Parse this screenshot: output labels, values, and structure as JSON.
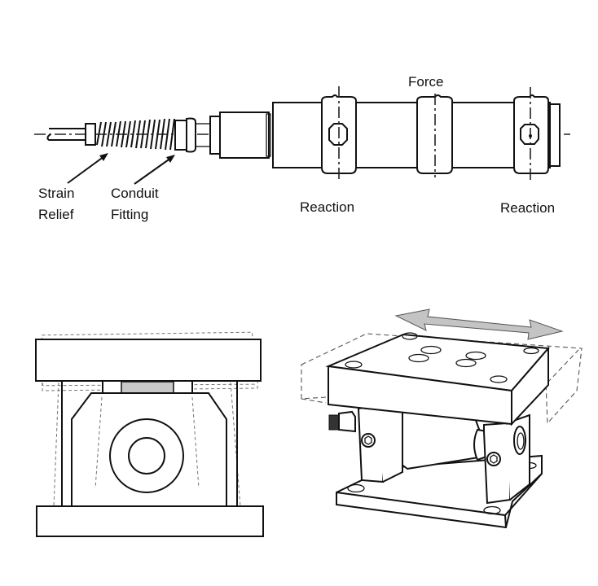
{
  "figures": {
    "top": {
      "title": "Shear beam load cell side view",
      "labels": {
        "strain_relief_line1": "Strain",
        "strain_relief_line2": "Relief",
        "conduit_fitting_line1": "Conduit",
        "conduit_fitting_line2": "Fitting",
        "force": "Force",
        "reaction_left": "Reaction",
        "reaction_right": "Reaction"
      }
    },
    "bottom_left": {
      "title": "Mount front view with deflection outline",
      "pad_color": "#c8c8c8"
    },
    "bottom_right": {
      "title": "Mount isometric view with movement arrow",
      "arrow_color": "#c4c4c4"
    }
  }
}
